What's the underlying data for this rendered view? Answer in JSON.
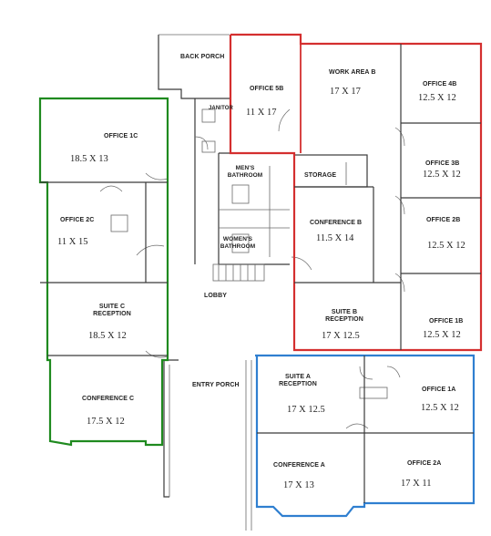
{
  "colors": {
    "suite_a": "#2f7fd0",
    "suite_b": "#d42f2f",
    "suite_c": "#1f8a1f",
    "walls": "#3a3a3a"
  },
  "common": {
    "back_porch": "BACK PORCH",
    "janitor": "JANITOR",
    "mens_bathroom": [
      "MEN'S",
      "BATHROOM"
    ],
    "womens_bathroom": [
      "WOMEN'S",
      "BATHROOM"
    ],
    "lobby": "LOBBY",
    "entry_porch": "ENTRY PORCH",
    "storage": "STORAGE"
  },
  "suite_b": {
    "office_5b": {
      "label": "OFFICE 5B",
      "size": "11 X 17"
    },
    "work_area_b": {
      "label": "WORK AREA B",
      "size": "17 X 17"
    },
    "office_4b": {
      "label": "OFFICE 4B",
      "size": "12.5 X 12"
    },
    "office_3b": {
      "label": "OFFICE 3B",
      "size": "12.5 X 12"
    },
    "conference_b": {
      "label": "CONFERENCE B",
      "size": "11.5 X 14"
    },
    "office_2b": {
      "label": "OFFICE 2B",
      "size": "12.5 X 12"
    },
    "reception_b": {
      "label": [
        "SUITE B",
        "RECEPTION"
      ],
      "size": "17 X 12.5"
    },
    "office_1b": {
      "label": "OFFICE 1B",
      "size": "12.5 X 12"
    }
  },
  "suite_c": {
    "office_1c": {
      "label": "OFFICE 1C",
      "size": "18.5 X 13"
    },
    "office_2c": {
      "label": "OFFICE 2C",
      "size": "11 X 15"
    },
    "reception_c": {
      "label": [
        "SUITE C",
        "RECEPTION"
      ],
      "size": "18.5 X 12"
    },
    "conference_c": {
      "label": "CONFERENCE C",
      "size": "17.5 X 12"
    }
  },
  "suite_a": {
    "reception_a": {
      "label": [
        "SUITE A",
        "RECEPTION"
      ],
      "size": "17 X 12.5"
    },
    "office_1a": {
      "label": "OFFICE 1A",
      "size": "12.5 X 12"
    },
    "conference_a": {
      "label": "CONFERENCE A",
      "size": "17 X 13"
    },
    "office_2a": {
      "label": "OFFICE 2A",
      "size": "17 X 11"
    }
  }
}
